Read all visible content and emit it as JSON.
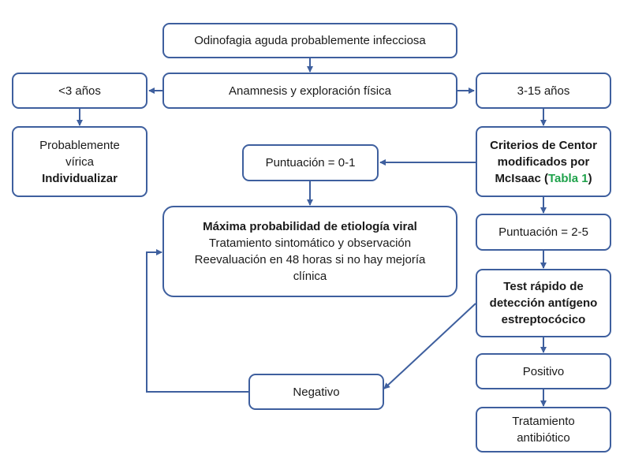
{
  "nodes": {
    "start": {
      "text": "Odinofagia aguda probablemente infecciosa"
    },
    "anamnesis": {
      "text": "Anamnesis y exploración física"
    },
    "under3": {
      "text": "<3 años"
    },
    "age3_15": {
      "text": "3-15 años"
    },
    "viral": {
      "line1": "Probablemente",
      "line2": "vírica",
      "line3": "Individualizar"
    },
    "centor": {
      "line1": "Criterios de Centor",
      "line2": "modificados por",
      "line3_pre": "McIsaac (",
      "line3_link": "Tabla 1",
      "line3_post": ")"
    },
    "score01": {
      "text": "Puntuación = 0-1"
    },
    "maxviral": {
      "title": "Máxima probabilidad de etiología viral",
      "line2": "Tratamiento sintomático y observación",
      "line3": "Reevaluación en 48 horas si no hay mejoría clínica"
    },
    "score25": {
      "text": "Puntuación = 2-5"
    },
    "test": {
      "line1": "Test rápido de",
      "line2": "detección antígeno",
      "line3": "estreptocócico"
    },
    "positive": {
      "text": "Positivo"
    },
    "negative": {
      "text": "Negativo"
    },
    "treatment": {
      "line1": "Tratamiento",
      "line2": "antibiótico"
    }
  },
  "colors": {
    "stroke": "#3e5f9e",
    "link": "#1fa24b",
    "text": "#1a1a1a"
  }
}
